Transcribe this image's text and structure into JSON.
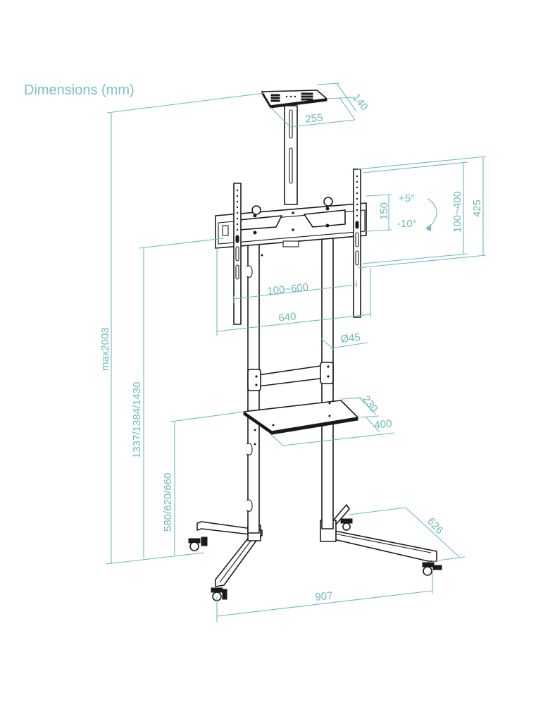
{
  "title": "Dimensions (mm)",
  "colors": {
    "dimension": "#6fb8bd",
    "title": "#7dc0c4",
    "line_art": "#1a1a1a",
    "background": "#ffffff"
  },
  "dimensions": {
    "top_shelf_depth": "140",
    "top_shelf_width": "255",
    "vesa_vertical_small": "150",
    "tilt_up": "+5°",
    "tilt_down": "-10°",
    "vesa_vertical_range": "100~400",
    "bracket_height": "425",
    "vesa_horizontal_range": "100~600",
    "bracket_width": "640",
    "pole_diameter": "Ø45",
    "max_height": "max2003",
    "mount_center_heights": "1337/1384/1430",
    "middle_shelf_depth": "230",
    "middle_shelf_width": "400",
    "middle_shelf_heights": "580/620/660",
    "base_depth": "626",
    "base_width": "907"
  }
}
